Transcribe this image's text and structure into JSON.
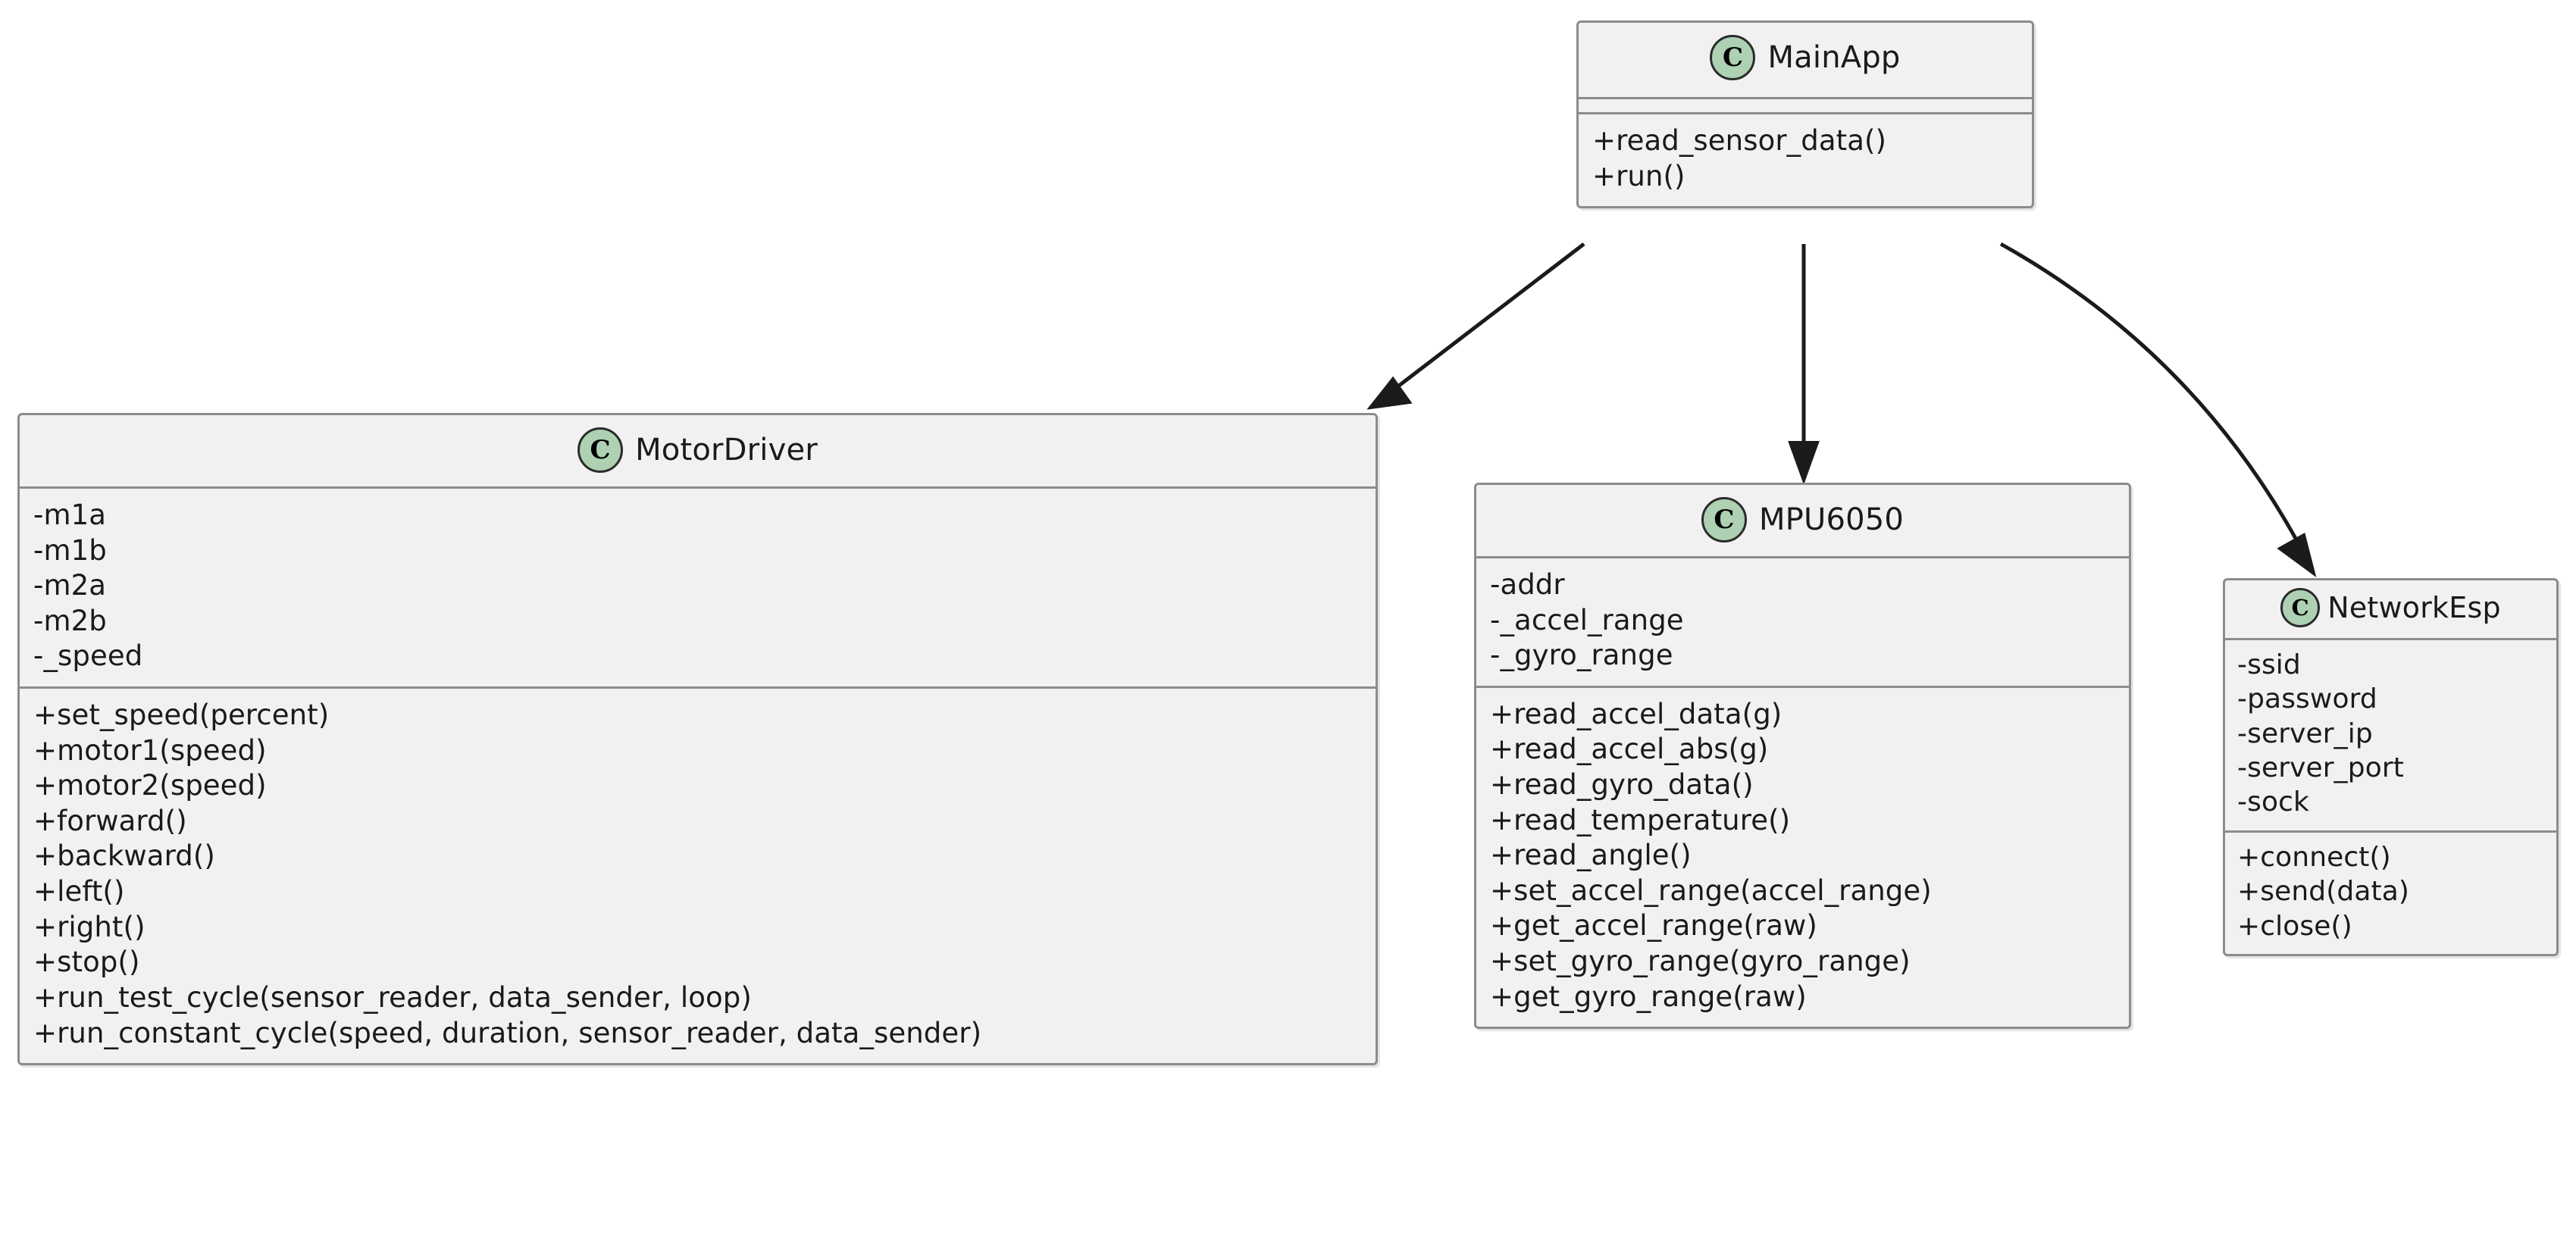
{
  "diagram": {
    "type": "uml-class-diagram",
    "background_color": "#FFFFFF",
    "class_box_fill": "#F1F1F1",
    "class_box_border": "#8C8C8C",
    "class_icon_fill": "#ADD1B2",
    "class_icon_letter": "C",
    "text_color": "#1A1A1A",
    "connector_color": "#1B1B1B"
  },
  "classes": [
    {
      "id": "mainapp",
      "name": "MainApp",
      "icon": "class-marker-icon",
      "icon_letter": "C",
      "attributes": [],
      "methods": [
        "+read_sensor_data()",
        "+run()"
      ]
    },
    {
      "id": "motordriver",
      "name": "MotorDriver",
      "icon": "class-marker-icon",
      "icon_letter": "C",
      "attributes": [
        "-m1a",
        "-m1b",
        "-m2a",
        "-m2b",
        "-_speed"
      ],
      "methods": [
        "+set_speed(percent)",
        "+motor1(speed)",
        "+motor2(speed)",
        "+forward()",
        "+backward()",
        "+left()",
        "+right()",
        "+stop()",
        "+run_test_cycle(sensor_reader, data_sender, loop)",
        "+run_constant_cycle(speed, duration, sensor_reader, data_sender)"
      ]
    },
    {
      "id": "mpu6050",
      "name": "MPU6050",
      "icon": "class-marker-icon",
      "icon_letter": "C",
      "attributes": [
        "-addr",
        "-_accel_range",
        "-_gyro_range"
      ],
      "methods": [
        "+read_accel_data(g)",
        "+read_accel_abs(g)",
        "+read_gyro_data()",
        "+read_temperature()",
        "+read_angle()",
        "+set_accel_range(accel_range)",
        "+get_accel_range(raw)",
        "+set_gyro_range(gyro_range)",
        "+get_gyro_range(raw)"
      ]
    },
    {
      "id": "networkesp",
      "name": "NetworkEsp",
      "icon": "class-marker-icon",
      "icon_letter": "C",
      "attributes": [
        "-ssid",
        "-password",
        "-server_ip",
        "-server_port",
        "-sock"
      ],
      "methods": [
        "+connect()",
        "+send(data)",
        "+close()"
      ]
    }
  ],
  "relations": [
    {
      "from": "MainApp",
      "to": "MotorDriver",
      "style": "straight",
      "arrow": "open"
    },
    {
      "from": "MainApp",
      "to": "MPU6050",
      "style": "straight",
      "arrow": "open"
    },
    {
      "from": "MainApp",
      "to": "NetworkEsp",
      "style": "curved",
      "arrow": "open"
    }
  ]
}
